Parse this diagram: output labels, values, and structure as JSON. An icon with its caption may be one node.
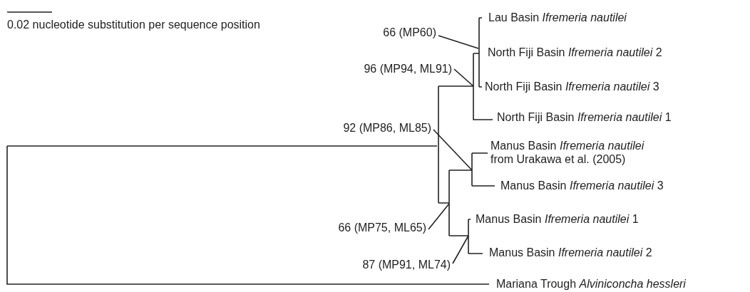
{
  "diagram": {
    "nodes": [
      {
        "text": [
          "66 (MP60)"
        ]
      },
      {
        "text": [
          "96 (MP94, ML91)"
        ]
      },
      {
        "text": [
          "92 (MP86, ML85)"
        ]
      },
      {
        "text": [
          "66 (MP75, ML65)"
        ]
      },
      {
        "text": [
          "87 (MP91, ML74)"
        ]
      }
    ],
    "edges": [
      {
        "from": 0,
        "to": null,
        "arrow": "none"
      },
      {
        "from": 1,
        "to": null,
        "arrow": "none"
      },
      {
        "from": 2,
        "to": null,
        "arrow": "none"
      },
      {
        "from": 3,
        "to": null,
        "arrow": "none"
      },
      {
        "from": 4,
        "to": null,
        "arrow": "none"
      }
    ],
    "labels": [
      "0.02 nucleotide substitution per sequence position",
      "Lau Basin *Ifremeria nautilei*",
      "North Fiji Basin *Ifremeria nautilei* 2",
      "North Fiji Basin *Ifremeria nautilei* 3",
      "North Fiji Basin *Ifremeria nautilei* 1",
      "Manus Basin *Ifremeria nautilei* from Urakawa et al. (2005)",
      "Manus Basin *Ifremeria nautilei* 3",
      "Manus Basin *Ifremeria nautilei* 1",
      "Manus Basin *Ifremeria nautilei* 2",
      "Mariana Trough *Alviniconcha hessleri*"
    ]
  }
}
